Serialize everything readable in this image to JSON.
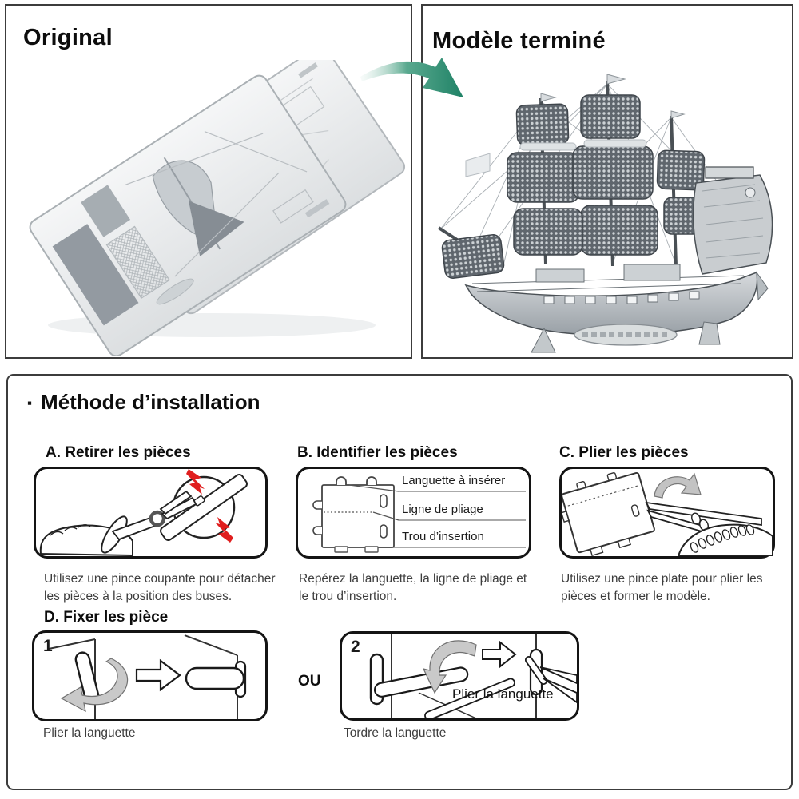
{
  "panels": {
    "original": {
      "title": "Original"
    },
    "finished": {
      "title": "Modèle terminé"
    }
  },
  "installation": {
    "bullet": "▪",
    "heading": "Méthode d’installation",
    "step_a": {
      "title": "A. Retirer les pièces",
      "caption": "Utilisez une pince coupante pour détacher les pièces à la position des buses."
    },
    "step_b": {
      "title": "B. Identifier les pièces",
      "labels": {
        "tab": "Languette à insérer",
        "fold": "Ligne de pliage",
        "hole": "Trou d’insertion"
      },
      "caption": "Repérez la languette, la ligne de pliage et le trou d’insertion."
    },
    "step_c": {
      "title": "C. Plier les pièces",
      "caption": "Utilisez une pince plate pour plier les pièces et former le modèle."
    },
    "step_d": {
      "title": "D. Fixer les pièce",
      "separator": "OU",
      "option1": {
        "number": "1",
        "caption": "Plier la languette"
      },
      "option2": {
        "number": "2",
        "inner_label": "Plier la languette",
        "caption": "Tordre la languette"
      }
    }
  },
  "colors": {
    "arrow_green": "#2b8a6e",
    "mark_red": "#e01f1f",
    "outline": "#1a1a1a",
    "caption_gray": "#3d3d3d"
  }
}
